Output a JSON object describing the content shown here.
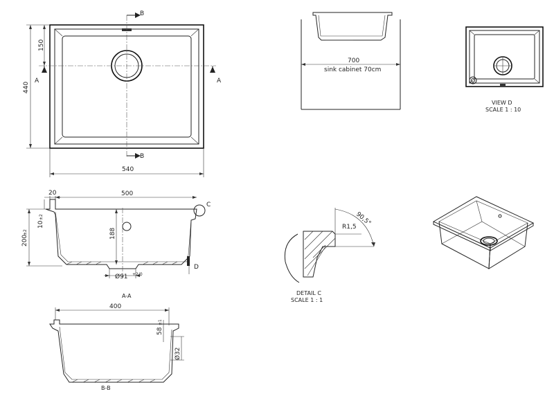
{
  "top_view": {
    "width_dim": "540",
    "height_dim": "440",
    "offset_dim": "150",
    "section_a": "A",
    "section_b": "B"
  },
  "cabinet_view": {
    "width_dim": "700",
    "label": "sink cabinet 70cm"
  },
  "view_d": {
    "title": "VIEW D",
    "scale": "SCALE 1 : 10"
  },
  "section_aa": {
    "title": "A-A",
    "flange_dim": "20",
    "width_dim": "500",
    "depth_dim": "188",
    "total_height_dim": "200",
    "total_height_tol": "±2",
    "lip_dim": "10",
    "lip_tol": "±2",
    "drain_dim": "Ø91",
    "drain_tol": "+2/0",
    "detail_marker": "C",
    "view_marker": "D"
  },
  "section_bb": {
    "title": "B-B",
    "width_dim": "400",
    "overflow_height_dim": "58",
    "overflow_height_tol": "±1",
    "overflow_dia_dim": "Ø32"
  },
  "detail_c": {
    "title": "DETAIL C",
    "scale": "SCALE 1 : 1",
    "radius_dim": "R1,5",
    "angle_dim": "90,5°"
  }
}
